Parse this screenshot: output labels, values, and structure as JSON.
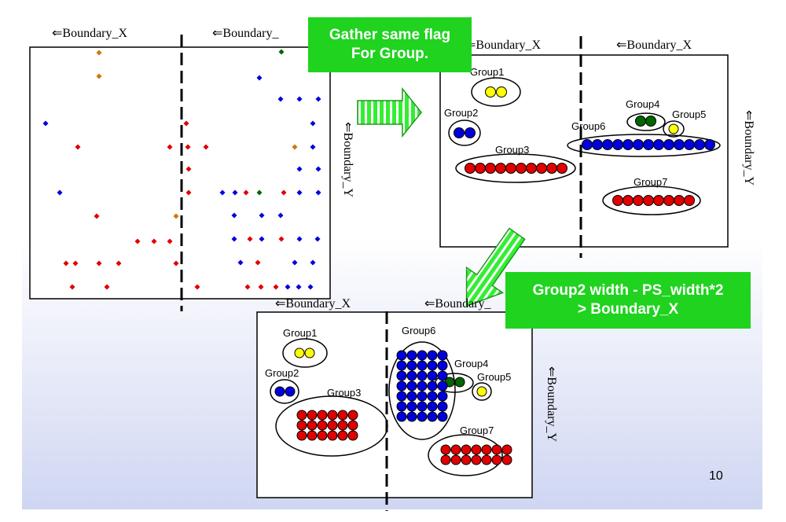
{
  "callouts": {
    "gather": "Gather same flag\nFor Group.",
    "group2_width": "Group2 width - PS_width*2\n> Boundary_X"
  },
  "page_number": "10",
  "boundary_labels": {
    "x": "Boundary_X",
    "x_truncated": "Boundary_",
    "y": "Boundary_Y"
  },
  "arrow_glyph": "⇐",
  "colors": {
    "red": "#e00000",
    "blue": "#0000dd",
    "yellow": "#ffff00",
    "green": "#006600",
    "orange": "#cc7a00",
    "arrow_fill": "#33ee33",
    "callout_bg": "#1fd31f",
    "frame": "#000000"
  },
  "panel2_groups": [
    {
      "name": "Group1"
    },
    {
      "name": "Group2"
    },
    {
      "name": "Group3"
    },
    {
      "name": "Group4"
    },
    {
      "name": "Group5"
    },
    {
      "name": "Group6"
    },
    {
      "name": "Group7"
    }
  ],
  "panel3_groups": [
    {
      "name": "Group1"
    },
    {
      "name": "Group2"
    },
    {
      "name": "Group3"
    },
    {
      "name": "Group4"
    },
    {
      "name": "Group5"
    },
    {
      "name": "Group6"
    },
    {
      "name": "Group7"
    }
  ]
}
